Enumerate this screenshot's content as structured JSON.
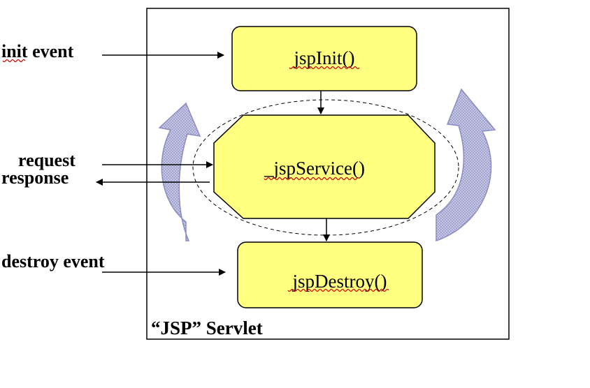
{
  "container": {
    "label": "“JSP” Servlet"
  },
  "methods": {
    "init": "jspInit()",
    "service": "_jspService()",
    "destroy": "jspDestroy()"
  },
  "events": {
    "init": "init event",
    "request": "request",
    "response": "response",
    "destroy": "destroy event"
  },
  "colors": {
    "box_fill": "#ffff80",
    "cycle_arrow": "#9a9ccb",
    "line": "#000000"
  }
}
